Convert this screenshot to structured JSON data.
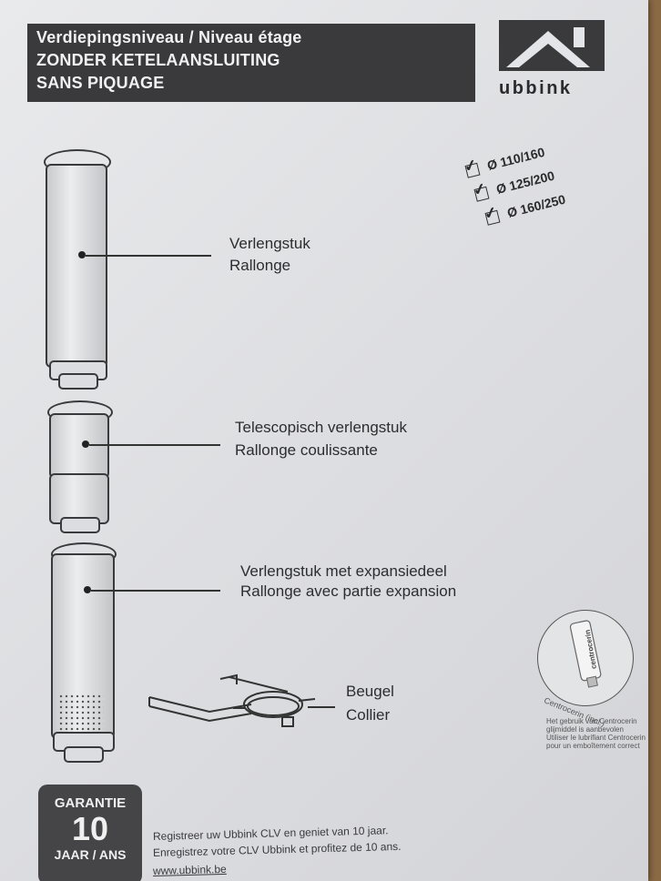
{
  "header": {
    "line1": "Verdiepingsniveau / Niveau étage",
    "line2": "ZONDER KETELAANSLUITING",
    "line3": "SANS PIQUAGE"
  },
  "brand": {
    "name": "ubbink"
  },
  "diameters": [
    {
      "label": "Ø 110/160",
      "checked": true
    },
    {
      "label": "Ø 125/200",
      "checked": true
    },
    {
      "label": "Ø 160/250",
      "checked": true
    }
  ],
  "components": [
    {
      "nl": "Verlengstuk",
      "fr": "Rallonge"
    },
    {
      "nl": "Telescopisch verlengstuk",
      "fr": "Rallonge coulissante"
    },
    {
      "nl": "Verlengstuk met expansiedeel",
      "fr": "Rallonge  avec partie expansion"
    },
    {
      "nl": "Beugel",
      "fr": "Collier"
    }
  ],
  "centrocerin": {
    "label": "Centrocerin (incl.)",
    "tube_text": "centrocerin",
    "note_lines": [
      "Het gebruik van Centrocerin",
      "glijmiddel is aanbevolen",
      "Utiliser le lubrifiant Centrocerin",
      "pour un emboîtement correct"
    ]
  },
  "guarantee": {
    "title": "GARANTIE",
    "number": "10",
    "unit": "JAAR / ANS"
  },
  "footer": {
    "line1": "Registreer uw Ubbink CLV en geniet van 10 jaar.",
    "line2": "Enregistrez votre CLV Ubbink et profitez de 10 ans.",
    "url": "www.ubbink.be"
  },
  "colors": {
    "header_bg": "#3a3a3d",
    "paper": "#e2e3e6",
    "text": "#2d2d30"
  }
}
